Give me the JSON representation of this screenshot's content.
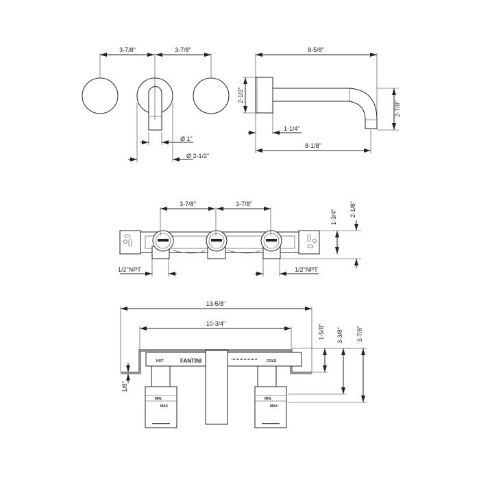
{
  "top_view": {
    "spacing_left": "3-7/8\"",
    "spacing_right": "3-7/8\"",
    "spout_diameter": "Ø 1\"",
    "escutcheon_diameter": "Ø 2-1/2\""
  },
  "side_view": {
    "overall_projection": "8-5/8\"",
    "escutcheon_height": "2-1/2\"",
    "spout_height": "2-7/8\"",
    "escutcheon_depth": "1-1/4\"",
    "spout_reach": "8-1/8\""
  },
  "rough_in_top": {
    "spacing_left": "3-7/8\"",
    "spacing_right": "3-7/8\"",
    "inlet_left": "1/2\"NPT",
    "inlet_right": "1/2\"NPT",
    "depth_a": "1-3/4\"",
    "depth_b": "2-1/8\""
  },
  "rough_in_front": {
    "overall_width": "13-5/8\"",
    "body_width": "10-3/4\"",
    "plate_thickness": "1/8\"",
    "depth_a": "1-5/8\"",
    "depth_b": "3-3/8\"",
    "depth_c": "3-7/8\"",
    "hot_label": "HOT",
    "cold_label": "COLD",
    "brand": "FANTINI",
    "min_label": "MIN.",
    "max_label": "MAX"
  }
}
